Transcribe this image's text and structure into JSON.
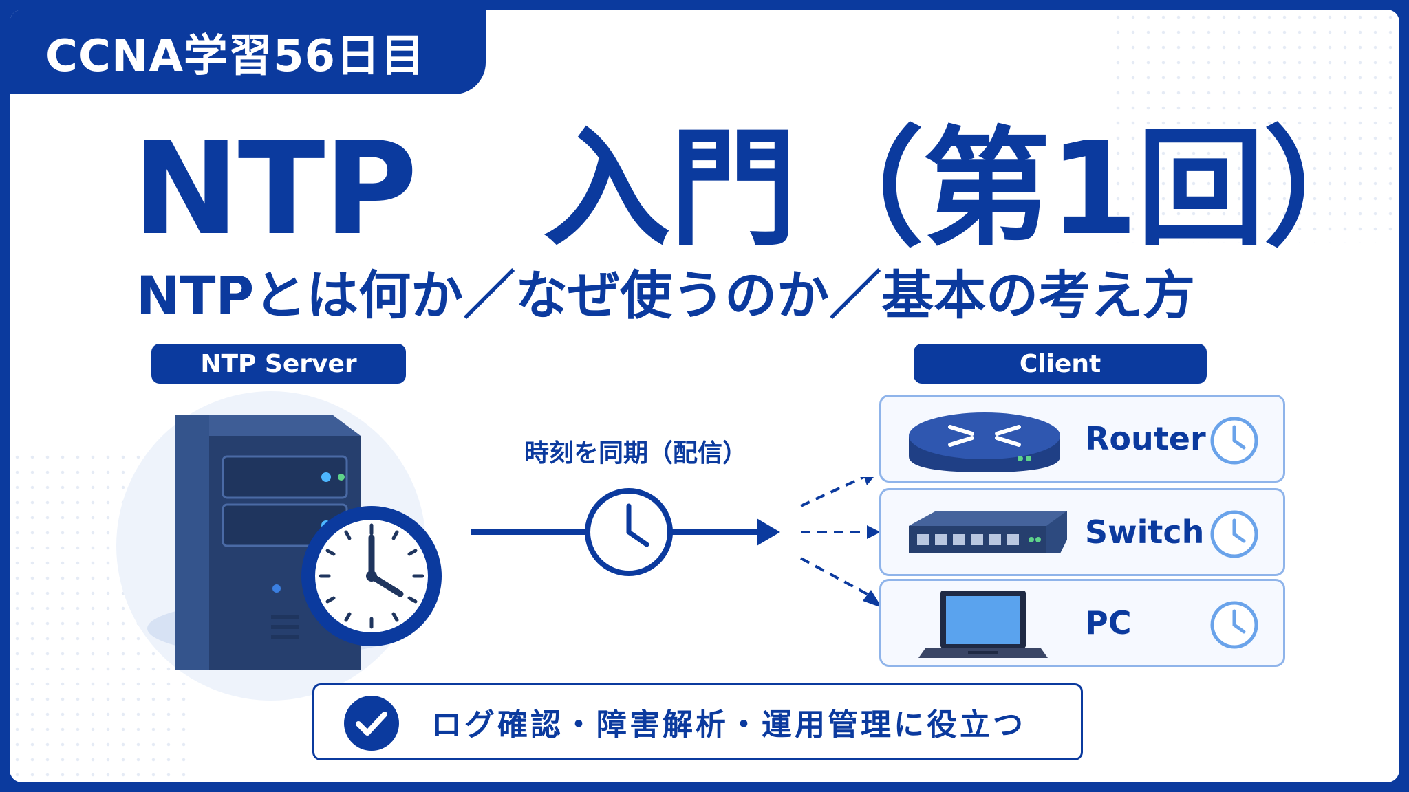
{
  "tag": "CCNA学習56日目",
  "title": "NTP　入門（第1回）",
  "subtitle": "NTPとは何か／なぜ使うのか／基本の考え方",
  "server_label": "NTP Server",
  "client_label": "Client",
  "sync_label": "時刻を同期（配信）",
  "clients": [
    {
      "label": "Router",
      "icon": "router-icon"
    },
    {
      "label": "Switch",
      "icon": "switch-icon"
    },
    {
      "label": "PC",
      "icon": "laptop-icon"
    }
  ],
  "banner": "ログ確認・障害解析・運用管理に役立つ",
  "colors": {
    "primary": "#0b3a9e",
    "accent": "#8fb4ea",
    "device": "#2d4a7f"
  }
}
